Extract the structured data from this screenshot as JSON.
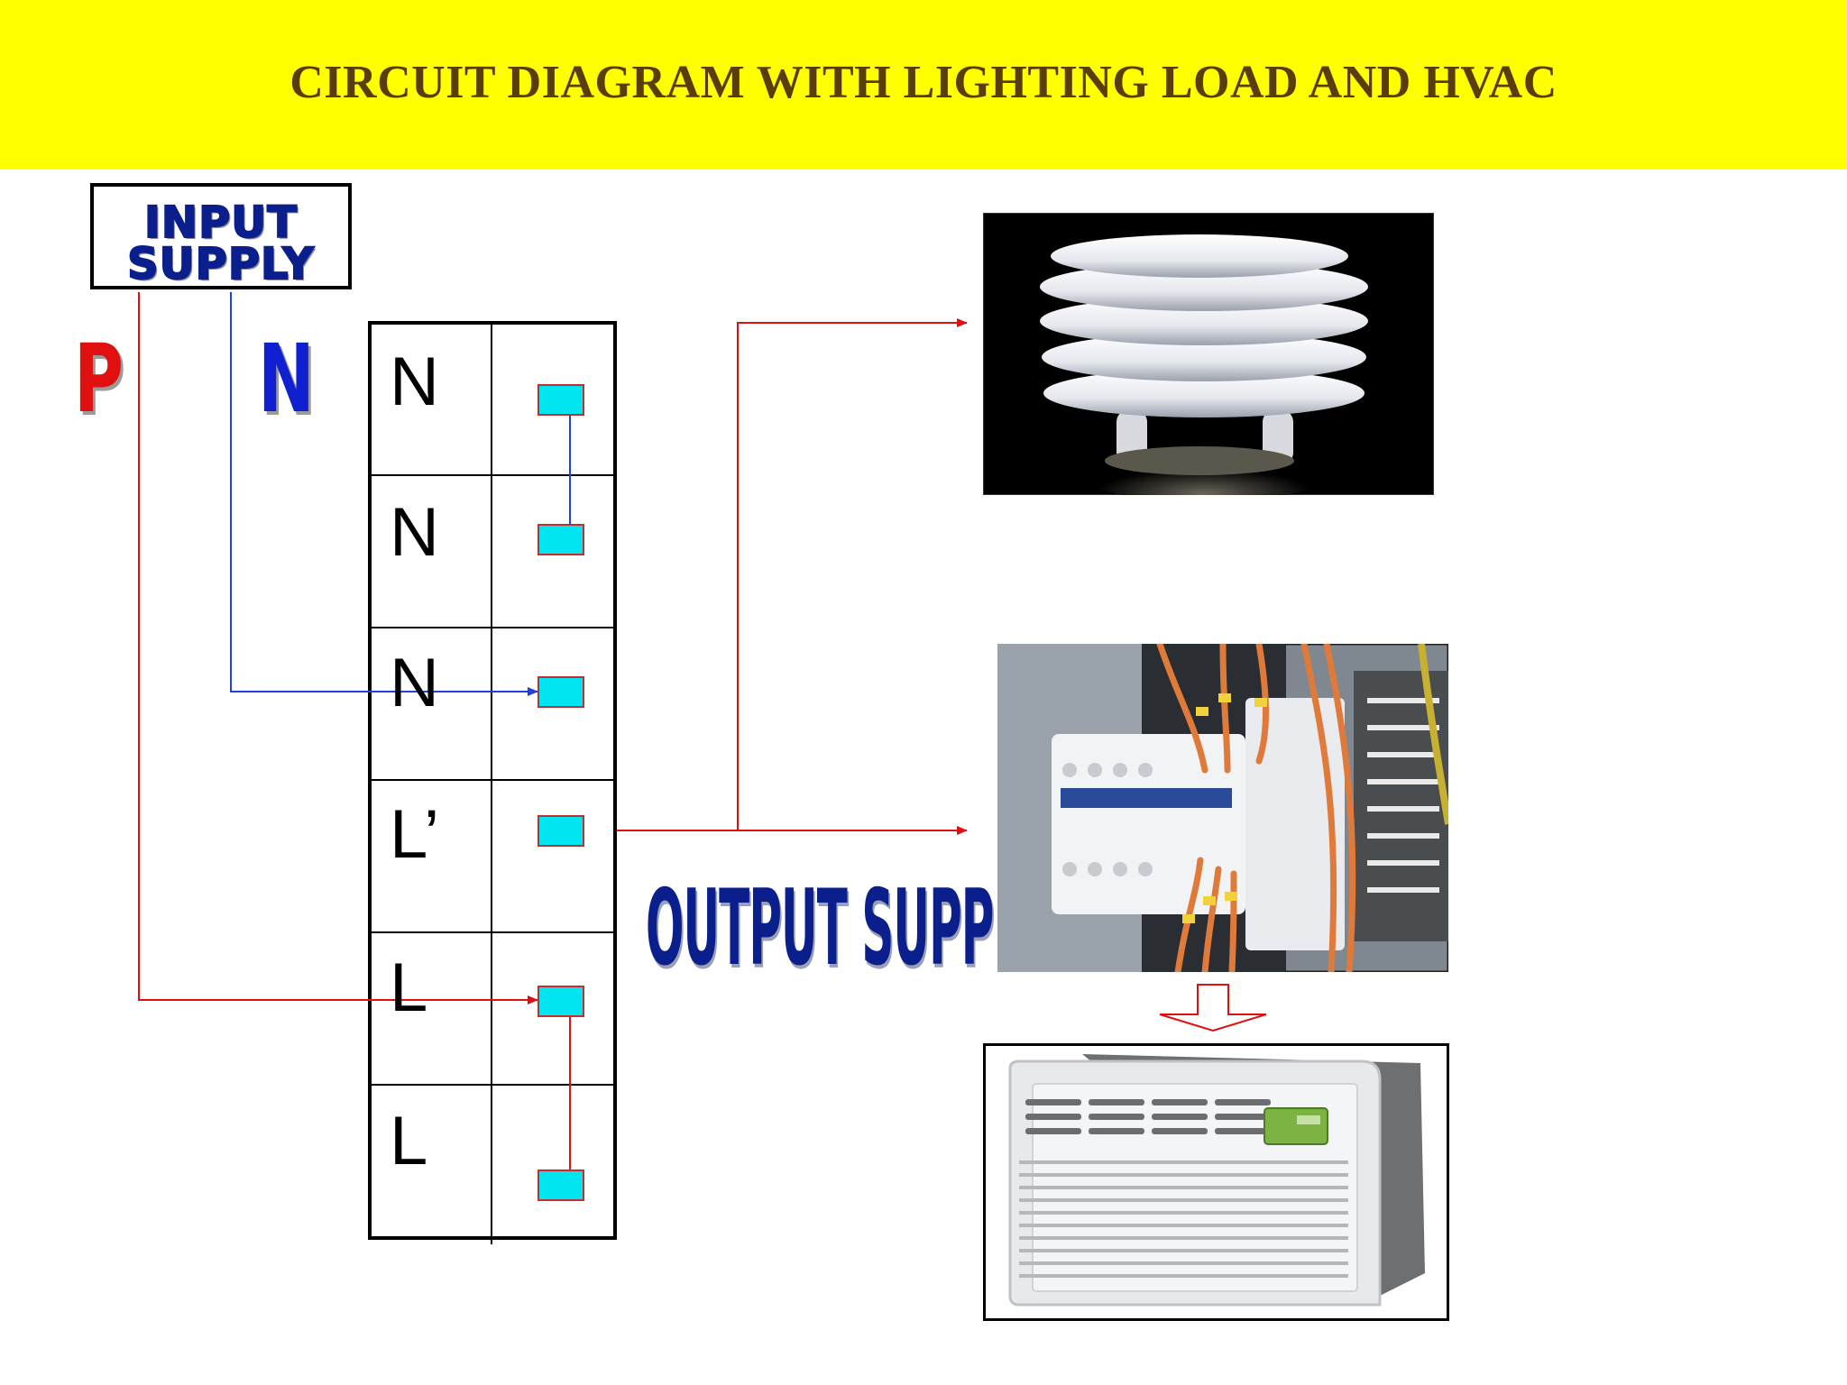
{
  "title": "CIRCUIT DIAGRAM WITH LIGHTING LOAD AND HVAC",
  "input_supply": {
    "line1": "INPUT",
    "line2": "SUPPLY"
  },
  "phase_label": "P",
  "neutral_label": "N",
  "output_supply_label": "OUTPUT SUPPLY",
  "terminals": [
    {
      "label": "N"
    },
    {
      "label": "N"
    },
    {
      "label": "N"
    },
    {
      "label": "L’"
    },
    {
      "label": "L"
    },
    {
      "label": "L"
    }
  ],
  "colors": {
    "banner": "#ffff00",
    "title_text": "#5a3d0c",
    "phase_wire": "#e01010",
    "neutral_wire": "#2040e0",
    "terminal_fill": "#00e5f0",
    "input_text": "#0a1e8c"
  },
  "icons": {
    "lamp": "cfl-lamp-photo",
    "contactor": "contactor-photo",
    "hvac": "air-conditioner-photo",
    "down_arrow": "hollow-down-arrow"
  }
}
